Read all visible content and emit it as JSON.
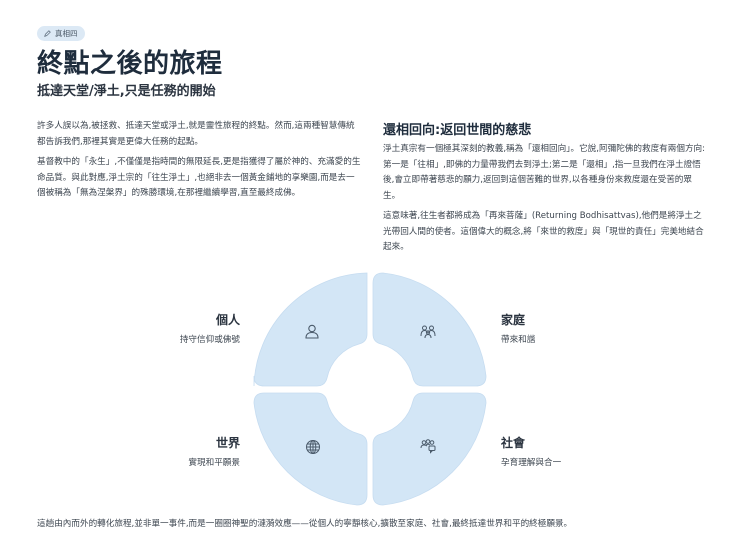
{
  "badge": {
    "icon": "pencil-icon",
    "label": "真相四"
  },
  "header": {
    "title": "終點之後的旅程",
    "subtitle": "抵達天堂/淨土,只是任務的開始"
  },
  "left_column": {
    "paragraphs": [
      "許多人誤以為,被拯救、抵達天堂或淨土,就是靈性旅程的終點。然而,這兩種智慧傳統都告訴我們,那裡其實是更偉大任務的起點。",
      "基督教中的「永生」,不僅僅是指時間的無限延長,更是指獲得了屬於神的、充滿愛的生命品質。與此對應,淨土宗的「往生淨土」,也絕非去一個黃金鋪地的享樂園,而是去一個被稱為「無為涅槃界」的殊勝環境,在那裡繼續學習,直至最終成佛。"
    ]
  },
  "right_column": {
    "heading": "還相回向:返回世間的慈悲",
    "paragraphs": [
      "淨土真宗有一個極其深刻的教義,稱為「還相回向」。它說,阿彌陀佛的救度有兩個方向:第一是「往相」,即佛的力量帶我們去到淨土;第二是「還相」,指一旦我們在淨土證悟後,會立即帶著慈悲的願力,返回到這個苦難的世界,以各種身份來救度還在受苦的眾生。",
      "這意味著,往生者都將成為「再來菩薩」(Returning Bodhisattvas),他們是將淨土之光帶回人間的使者。這個偉大的概念,將「來世的救度」與「現世的責任」完美地結合起來。"
    ]
  },
  "diagram": {
    "fill_color": "#d3e6f6",
    "stroke_color": "#c2d9ee",
    "icon_color": "#4a5a6a",
    "quadrants": [
      {
        "position": "top-left",
        "icon": "person-icon",
        "title": "個人",
        "subtitle": "持守信仰或佛號"
      },
      {
        "position": "top-right",
        "icon": "family-icon",
        "title": "家庭",
        "subtitle": "帶來和諧"
      },
      {
        "position": "bottom-left",
        "icon": "globe-icon",
        "title": "世界",
        "subtitle": "實現和平願景"
      },
      {
        "position": "bottom-right",
        "icon": "community-icon",
        "title": "社會",
        "subtitle": "孕育理解與合一"
      }
    ]
  },
  "footer": {
    "text": "這趟由內而外的轉化旅程,並非單一事件,而是一圈圈神聖的漣漪效應——從個人的寧靜核心,擴散至家庭、社會,最終抵達世界和平的終極願景。"
  }
}
